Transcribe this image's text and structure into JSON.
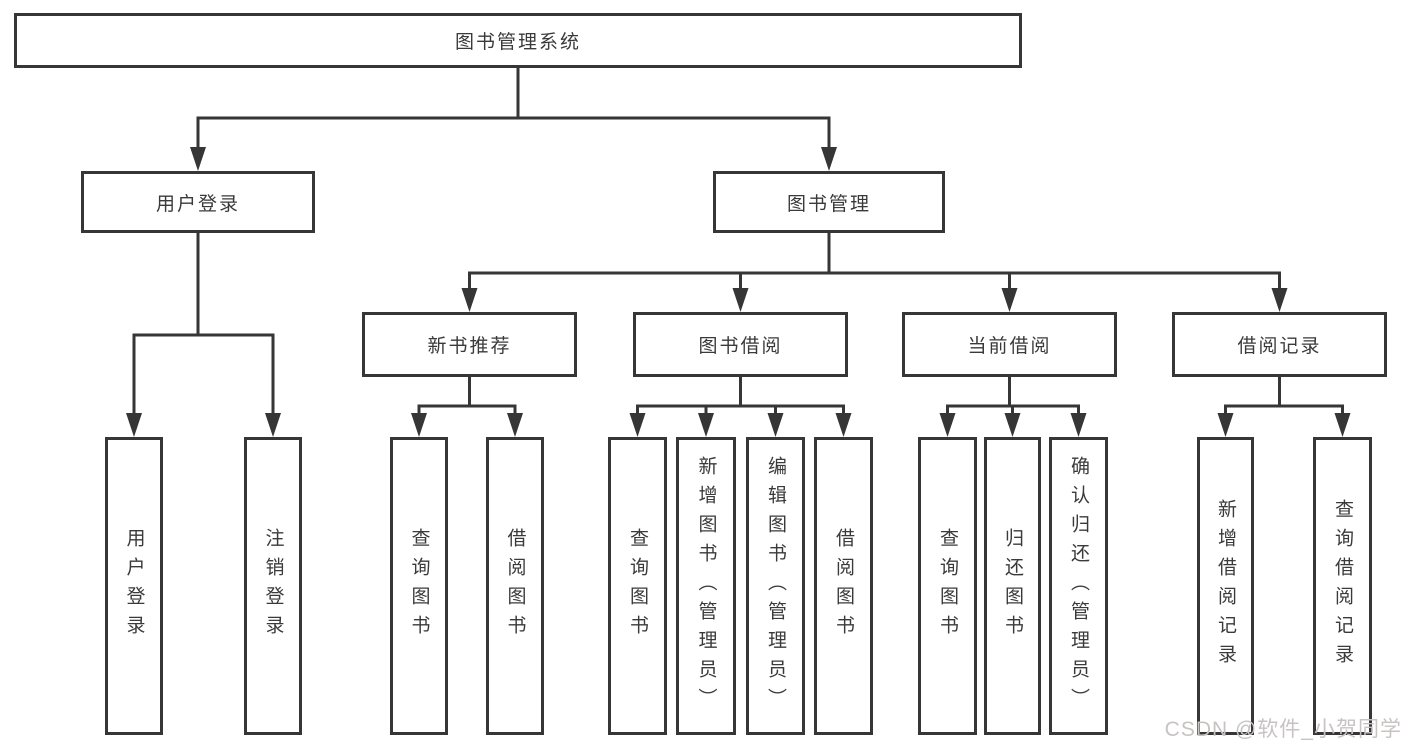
{
  "diagram": {
    "root": {
      "label": "图书管理系统"
    },
    "level2": {
      "user_login": {
        "label": "用户登录"
      },
      "book_mgmt": {
        "label": "图书管理"
      }
    },
    "level3": {
      "new_book_rec": {
        "label": "新书推荐"
      },
      "book_borrow": {
        "label": "图书借阅"
      },
      "current_borrow": {
        "label": "当前借阅"
      },
      "borrow_record": {
        "label": "借阅记录"
      }
    },
    "leaves": {
      "user_login": {
        "label": "用户登录"
      },
      "logout": {
        "label": "注销登录"
      },
      "rec_query_book": {
        "label": "查询图书"
      },
      "rec_borrow_book": {
        "label": "借阅图书"
      },
      "bor_query_book": {
        "label": "查询图书"
      },
      "bor_add_book": {
        "label": "新增图书（管理员）"
      },
      "bor_edit_book": {
        "label": "编辑图书（管理员）"
      },
      "bor_borrow_book": {
        "label": "借阅图书"
      },
      "cur_query_book": {
        "label": "查询图书"
      },
      "cur_return_book": {
        "label": "归还图书"
      },
      "cur_confirm_return": {
        "label": "确认归还（管理员）"
      },
      "log_add_record": {
        "label": "新增借阅记录"
      },
      "log_query_record": {
        "label": "查询借阅记录"
      }
    }
  },
  "watermark": {
    "text": "CSDN @软件_小贺同学"
  },
  "colors": {
    "line": "#363636",
    "text": "#3a3a3a",
    "background": "#ffffff",
    "watermark": "#c7c3c3"
  }
}
